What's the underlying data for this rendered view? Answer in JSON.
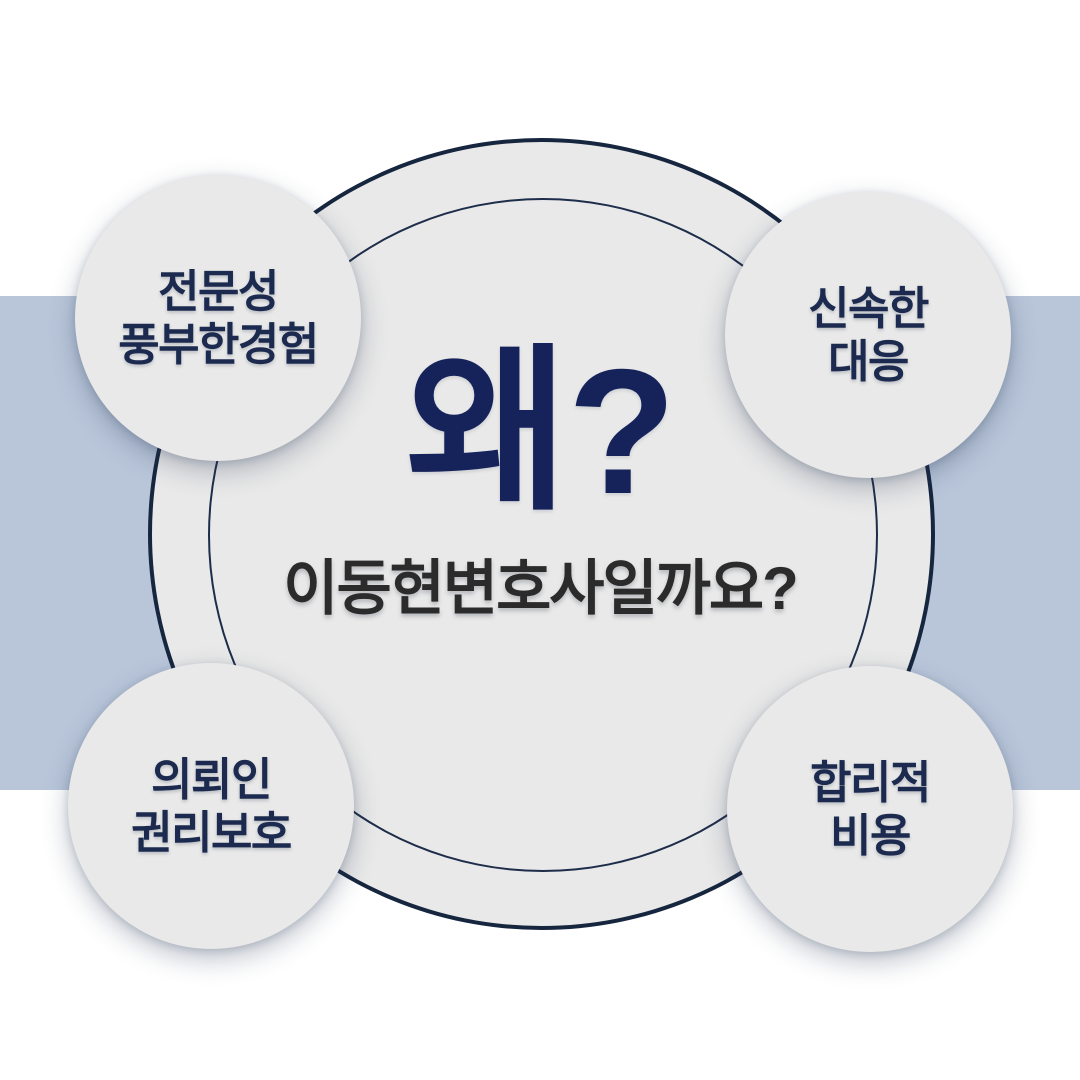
{
  "theme": {
    "page_background": "#ffffff",
    "band_color": "#b9c6da",
    "ring_fill": "#e9e9e9",
    "ring_stroke": "#17263f",
    "node_fill": "#e9e9e9",
    "node_text_color": "#1b2a4e",
    "headline_color": "#16235a",
    "subhead_color": "#2b2b2b"
  },
  "center": {
    "headline": "왜?",
    "subhead": "이동현변호사일까요?"
  },
  "nodes": [
    {
      "id": "expertise",
      "position": "top-left",
      "line1": "전문성",
      "line2": "풍부한경험"
    },
    {
      "id": "fast-response",
      "position": "top-right",
      "line1": "신속한",
      "line2": "대응"
    },
    {
      "id": "client-rights",
      "position": "bottom-left",
      "line1": "의뢰인",
      "line2": "권리보호"
    },
    {
      "id": "reasonable-cost",
      "position": "bottom-right",
      "line1": "합리적",
      "line2": "비용"
    }
  ]
}
